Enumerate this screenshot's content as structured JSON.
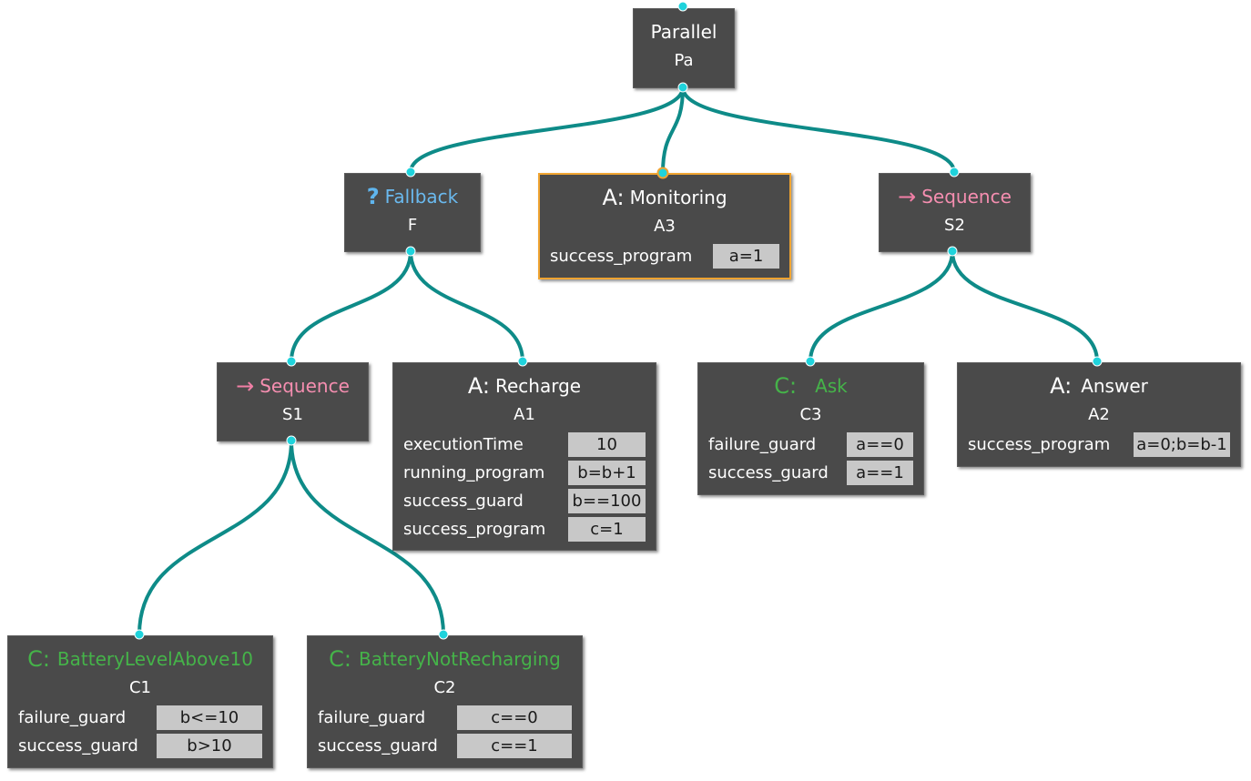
{
  "colors": {
    "edge": "#0e8b88",
    "node_bg": "#4a4a4a",
    "port": "#1fd3dc",
    "selected_border": "#f0a431",
    "condition": "#45b349",
    "fallback": "#6ab9ee",
    "sequence": "#f58eb0",
    "value_bg": "#c8c8c8"
  },
  "icons": {
    "fallback": "?",
    "sequence": "→",
    "action": "A:",
    "condition": "C:"
  },
  "nodes": {
    "pa": {
      "label": "Parallel",
      "id": "Pa"
    },
    "f": {
      "label": "Fallback",
      "id": "F"
    },
    "a3": {
      "label": "Monitoring",
      "id": "A3",
      "props": [
        {
          "key": "success_program",
          "value": "a=1"
        }
      ]
    },
    "s2": {
      "label": "Sequence",
      "id": "S2"
    },
    "s1": {
      "label": "Sequence",
      "id": "S1"
    },
    "a1": {
      "label": "Recharge",
      "id": "A1",
      "props": [
        {
          "key": "executionTime",
          "value": "10"
        },
        {
          "key": "running_program",
          "value": "b=b+1"
        },
        {
          "key": "success_guard",
          "value": "b==100"
        },
        {
          "key": "success_program",
          "value": "c=1"
        }
      ]
    },
    "c3": {
      "label": "Ask",
      "id": "C3",
      "props": [
        {
          "key": "failure_guard",
          "value": "a==0"
        },
        {
          "key": "success_guard",
          "value": "a==1"
        }
      ]
    },
    "a2": {
      "label": "Answer",
      "id": "A2",
      "props": [
        {
          "key": "success_program",
          "value": "a=0;b=b-1"
        }
      ]
    },
    "c1": {
      "label": "BatteryLevelAbove10",
      "id": "C1",
      "props": [
        {
          "key": "failure_guard",
          "value": "b<=10"
        },
        {
          "key": "success_guard",
          "value": "b>10"
        }
      ]
    },
    "c2": {
      "label": "BatteryNotRecharging",
      "id": "C2",
      "props": [
        {
          "key": "failure_guard",
          "value": "c==0"
        },
        {
          "key": "success_guard",
          "value": "c==1"
        }
      ]
    }
  }
}
